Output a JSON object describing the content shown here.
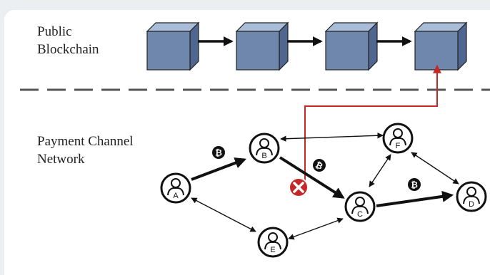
{
  "labels": {
    "public_line1": "Public",
    "public_line2": "Blockchain",
    "pcn_line1": "Payment Channel",
    "pcn_line2": "Network"
  },
  "nodes": [
    {
      "id": "A",
      "label": "A"
    },
    {
      "id": "B",
      "label": "B"
    },
    {
      "id": "C",
      "label": "C"
    },
    {
      "id": "D",
      "label": "D"
    },
    {
      "id": "E",
      "label": "E"
    },
    {
      "id": "F",
      "label": "F"
    }
  ],
  "channels": [
    {
      "from": "A",
      "to": "B",
      "payment": true
    },
    {
      "from": "B",
      "to": "C",
      "payment": true,
      "failed": true
    },
    {
      "from": "C",
      "to": "D",
      "payment": true
    },
    {
      "from": "B",
      "to": "F",
      "payment": false
    },
    {
      "from": "F",
      "to": "C",
      "payment": false
    },
    {
      "from": "F",
      "to": "D",
      "payment": false
    },
    {
      "from": "A",
      "to": "E",
      "payment": false
    },
    {
      "from": "E",
      "to": "C",
      "payment": false
    }
  ],
  "blocks": 4,
  "colors": {
    "block_front": "#6f87ad",
    "block_top": "#a9bcd8",
    "block_side": "#4f6690",
    "failure": "#c62828",
    "line": "#111111"
  },
  "icons": {
    "coin": "bitcoin-icon",
    "failure": "failure-x-icon",
    "node": "user-icon"
  }
}
